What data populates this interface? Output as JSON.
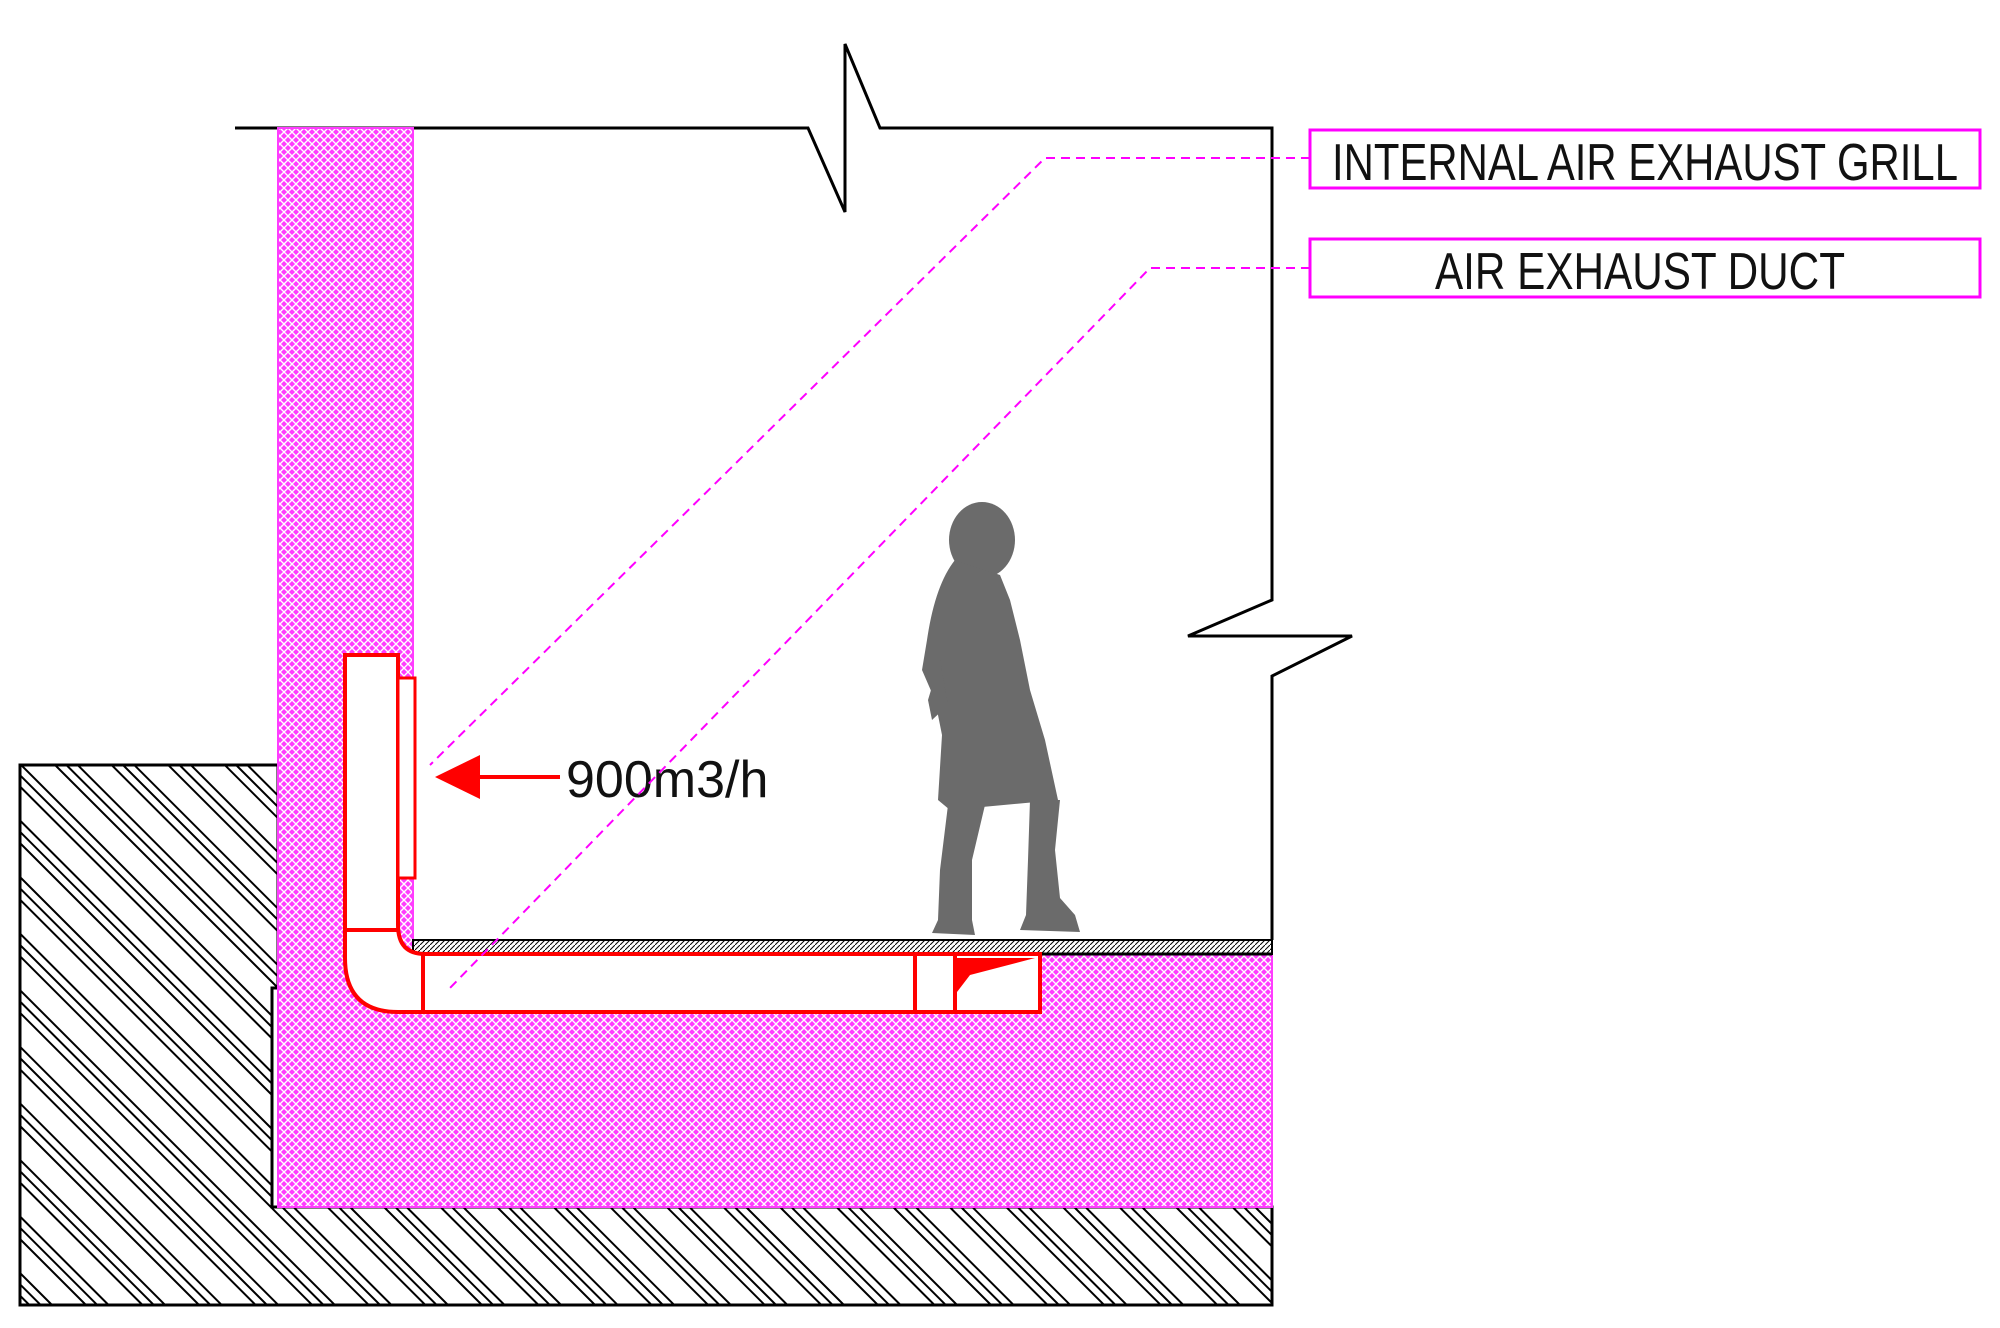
{
  "labels": {
    "grill": "INTERNAL AIR EXHAUST GRILL",
    "duct": "AIR EXHAUST DUCT"
  },
  "flow": {
    "value": "900m3/h"
  },
  "colors": {
    "insulation": "#ff3cff",
    "duct": "#ff0000",
    "leader": "#ff00ff",
    "outline": "#000000",
    "person": "#6b6b6b",
    "background": "#ffffff"
  }
}
